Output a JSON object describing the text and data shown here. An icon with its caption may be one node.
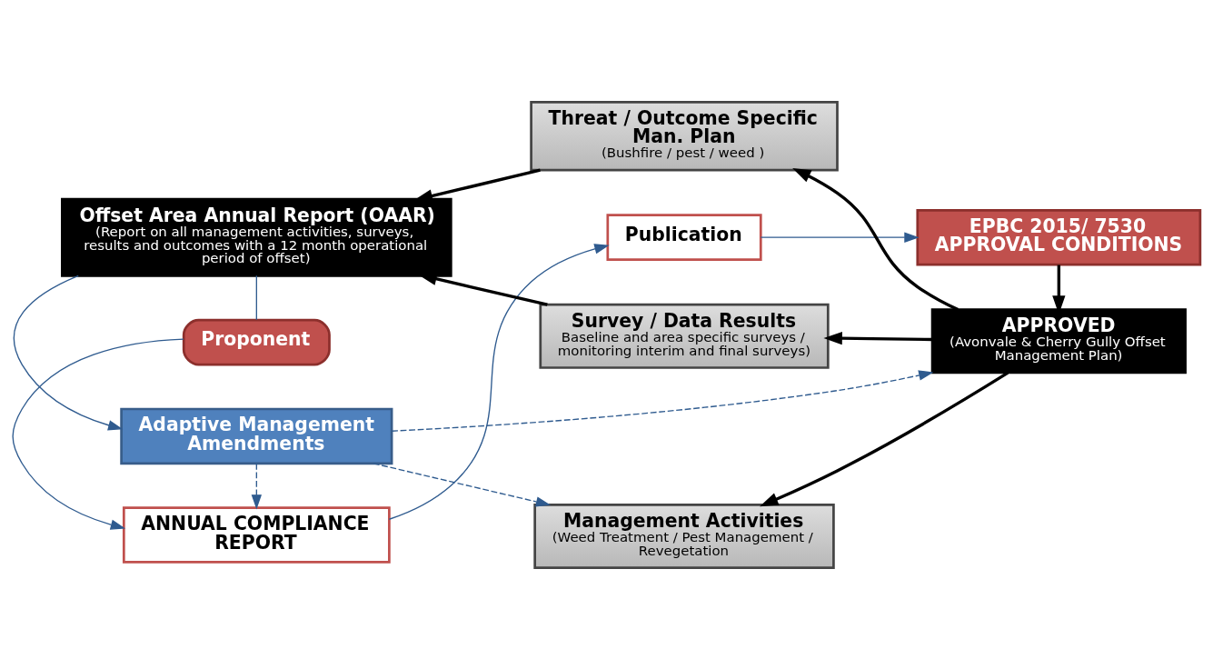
{
  "diagram": {
    "nodes": [
      {
        "text": [
          "EPBC 2015/ 7530 APPROVAL CONDITIONS"
        ]
      },
      {
        "text": [
          "Publication"
        ]
      },
      {
        "text": [
          "ANNUAL COMPLIANCE REPORT"
        ]
      },
      {
        "text": [
          "Proponent"
        ]
      },
      {
        "text": [
          "APPROVED",
          "(Avonvale & Cherry Gully Offset Management Plan)"
        ]
      },
      {
        "text": [
          "Survey / Data Results",
          "Baseline and area specific surveys / monitoring interim and final surveys)"
        ]
      },
      {
        "text": [
          "Management Activities",
          "(Weed Treatment / Pest Management / Revegetation"
        ]
      },
      {
        "text": [
          "Threat / Outcome Specific Man. Plan",
          "(Bushfire / pest / weed )"
        ]
      },
      {
        "text": [
          "Offset Area Annual Report (OAAR)",
          "(Report on all management activities, surveys, results and outcomes with a 12 month operational period of offset)"
        ]
      },
      {
        "text": [
          "Adaptive Management Amendments"
        ]
      }
    ],
    "edges": [
      {
        "from": 2,
        "to": 1,
        "arrow": "to"
      },
      {
        "from": 1,
        "to": 0,
        "arrow": "to"
      },
      {
        "from": 0,
        "to": 4,
        "arrow": "to",
        "color": "#000000",
        "style": "thick"
      },
      {
        "from": 4,
        "to": 5,
        "arrow": "to",
        "color": "#000000",
        "style": "thick"
      },
      {
        "from": 4,
        "to": 6,
        "arrow": "to",
        "color": "#000000",
        "style": "thick"
      },
      {
        "from": 4,
        "to": 7,
        "arrow": "to",
        "color": "#000000",
        "style": "thick"
      },
      {
        "from": 5,
        "to": 8,
        "arrow": "to",
        "color": "#000000",
        "style": "thick"
      },
      {
        "from": 7,
        "to": 8,
        "arrow": "to",
        "color": "#000000",
        "style": "thick"
      },
      {
        "from": 8,
        "to": 3,
        "arrow": "none"
      },
      {
        "from": 3,
        "to": 2,
        "arrow": "to"
      },
      {
        "from": 8,
        "to": 9,
        "arrow": "to"
      },
      {
        "from": 9,
        "to": 6,
        "arrow": "to",
        "style": "dashed"
      },
      {
        "from": 9,
        "to": 4,
        "arrow": "to",
        "style": "dashed"
      },
      {
        "from": 9,
        "to": 2,
        "arrow": "to",
        "style": "dashed"
      }
    ]
  }
}
